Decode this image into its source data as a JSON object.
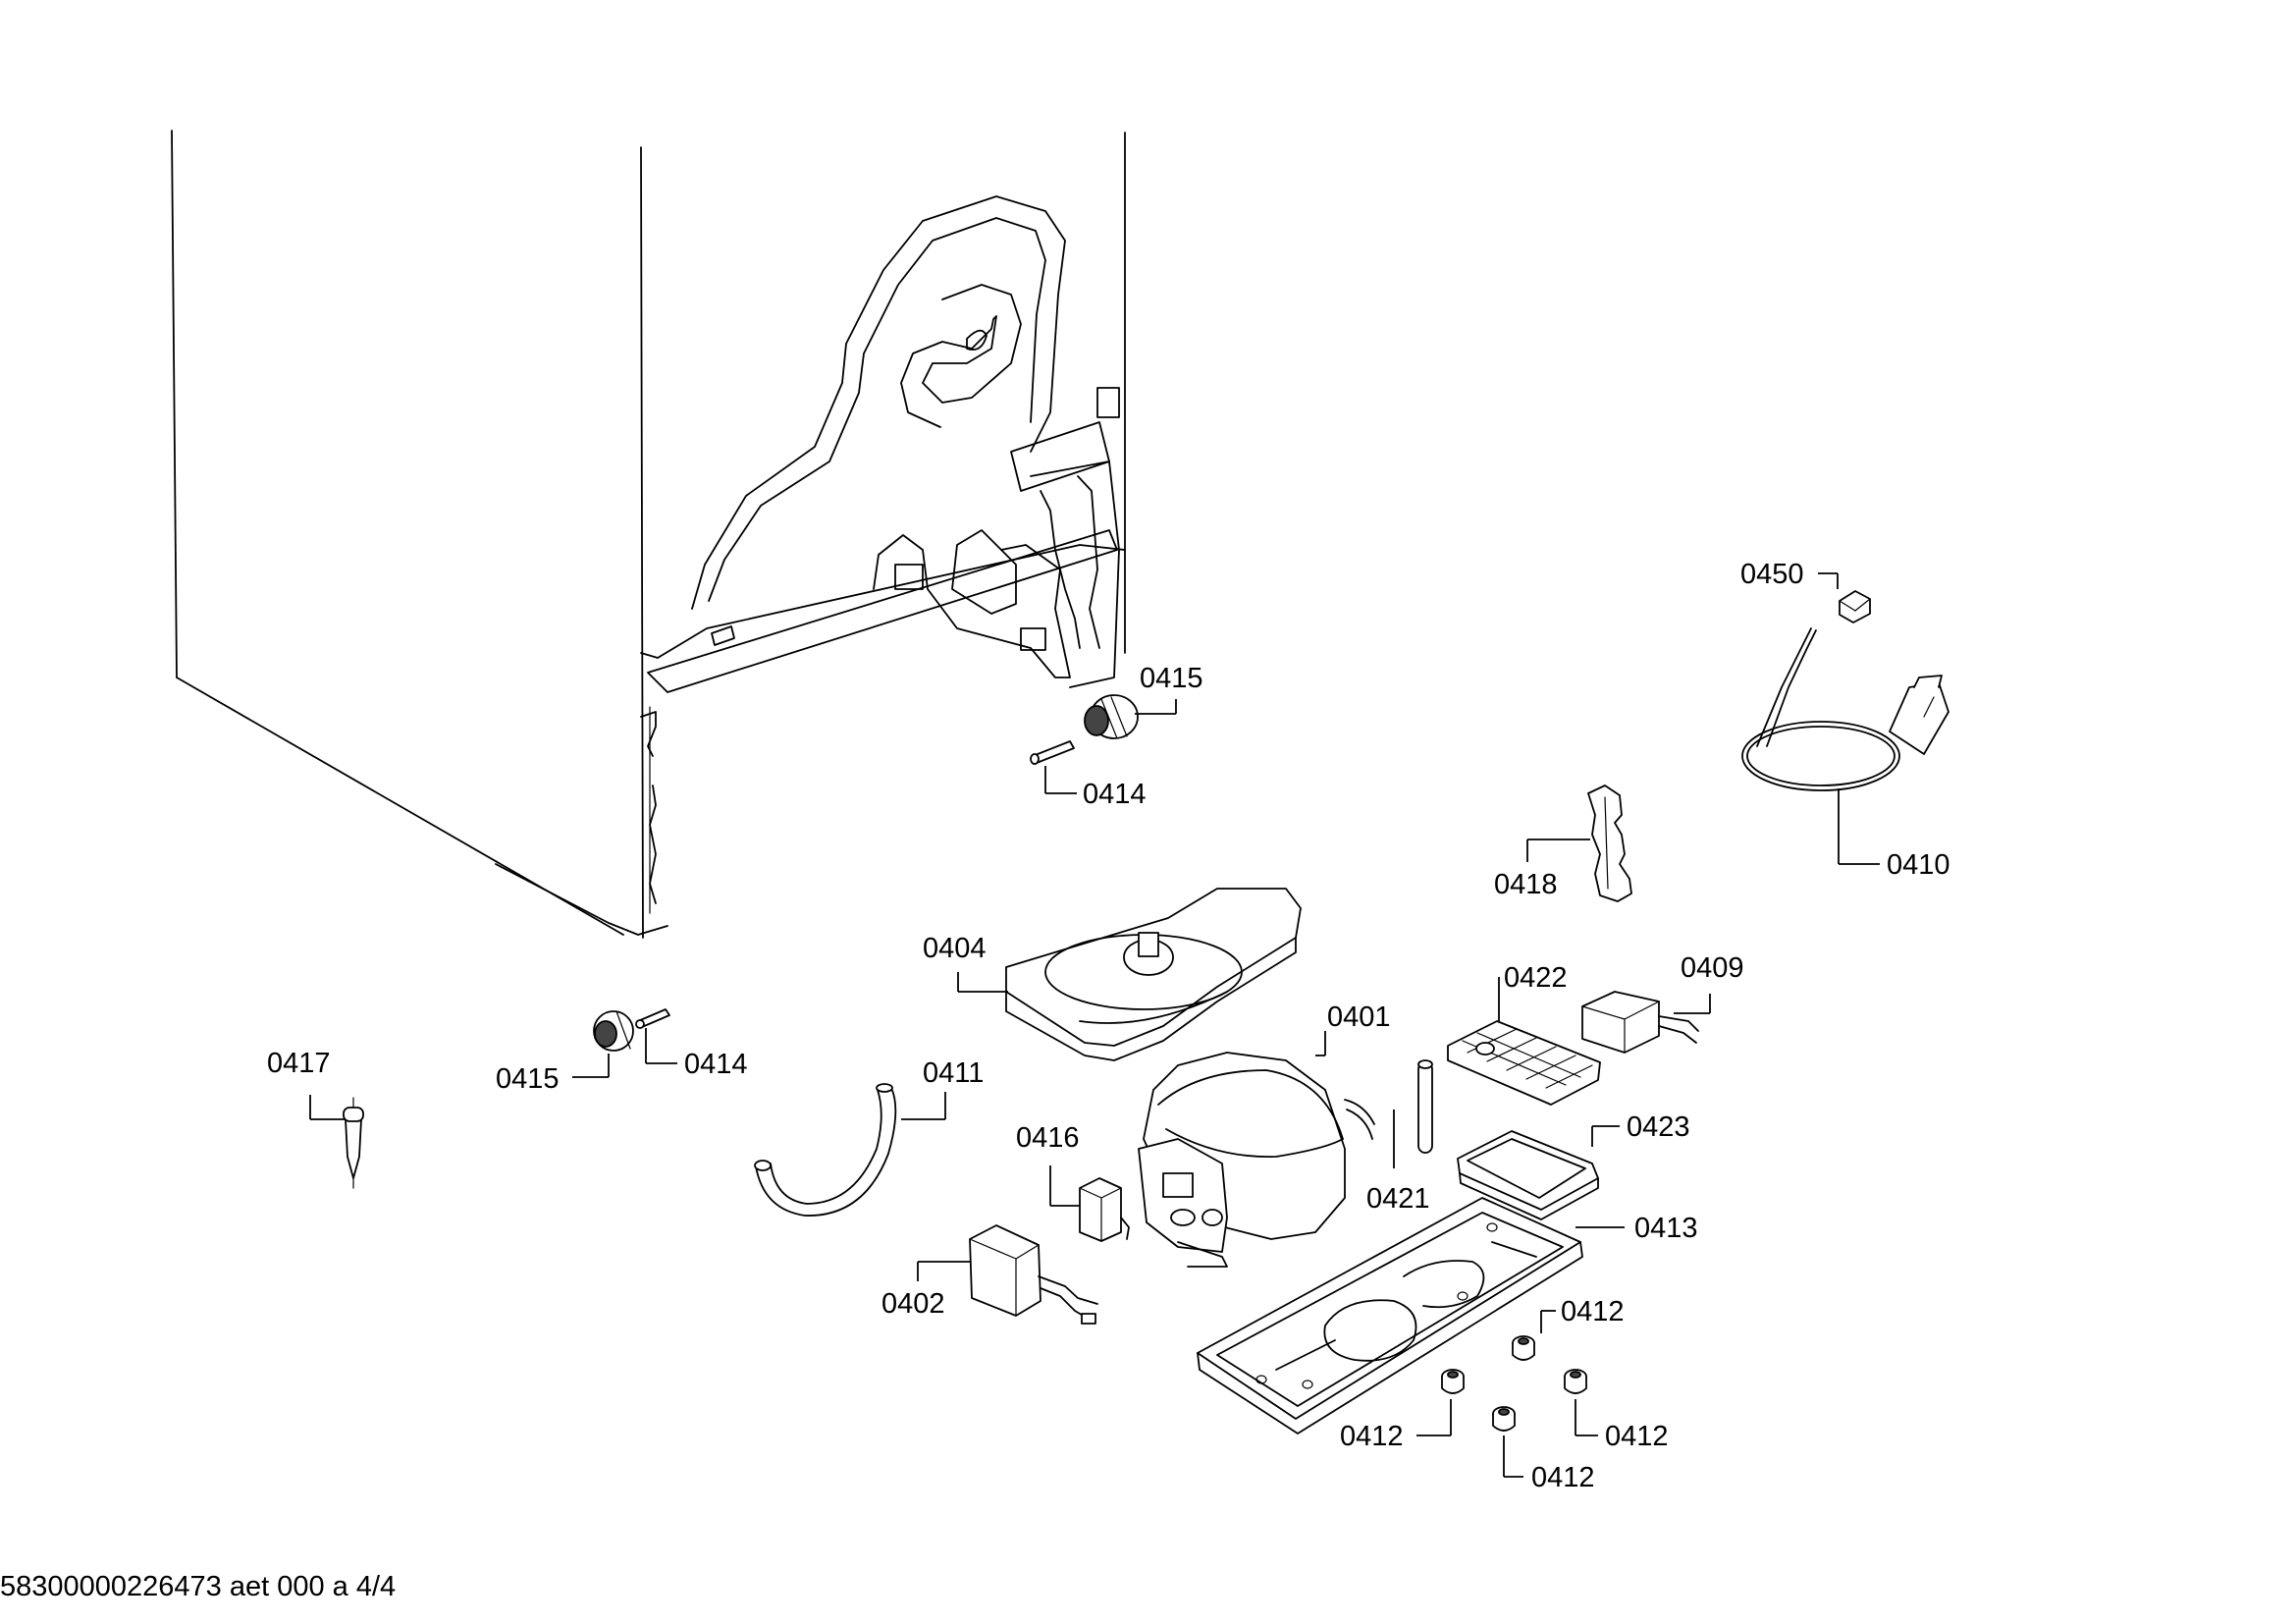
{
  "footer": {
    "document_code": "58300000226473 aet 000 a 4/4"
  },
  "parts": [
    {
      "id": "0415a",
      "label": "0415"
    },
    {
      "id": "0414a",
      "label": "0414"
    },
    {
      "id": "0450",
      "label": "0450"
    },
    {
      "id": "0410",
      "label": "0410"
    },
    {
      "id": "0418",
      "label": "0418"
    },
    {
      "id": "0404",
      "label": "0404"
    },
    {
      "id": "0422",
      "label": "0422"
    },
    {
      "id": "0409",
      "label": "0409"
    },
    {
      "id": "0401",
      "label": "0401"
    },
    {
      "id": "0417",
      "label": "0417"
    },
    {
      "id": "0415b",
      "label": "0415"
    },
    {
      "id": "0414b",
      "label": "0414"
    },
    {
      "id": "0411",
      "label": "0411"
    },
    {
      "id": "0416",
      "label": "0416"
    },
    {
      "id": "0423",
      "label": "0423"
    },
    {
      "id": "0421",
      "label": "0421"
    },
    {
      "id": "0413",
      "label": "0413"
    },
    {
      "id": "0402",
      "label": "0402"
    },
    {
      "id": "0412a",
      "label": "0412"
    },
    {
      "id": "0412b",
      "label": "0412"
    },
    {
      "id": "0412c",
      "label": "0412"
    },
    {
      "id": "0412d",
      "label": "0412"
    }
  ]
}
